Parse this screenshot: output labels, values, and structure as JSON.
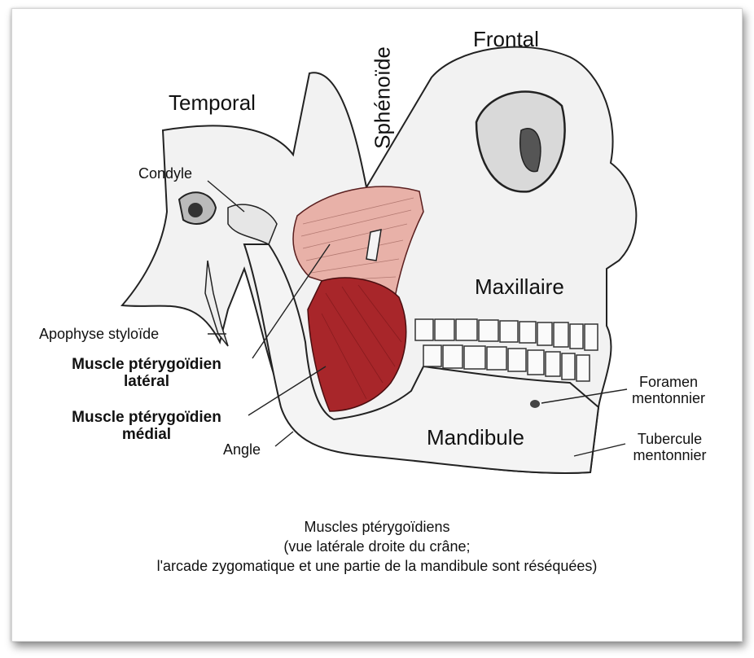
{
  "labels": {
    "frontal": "Frontal",
    "sphenoide": "Sphénoïde",
    "temporal": "Temporal",
    "condyle": "Condyle",
    "maxillaire": "Maxillaire",
    "apophyse": "Apophyse styloïde",
    "ptery_lat_1": "Muscle ptérygoïdien",
    "ptery_lat_2": "latéral",
    "ptery_med_1": "Muscle ptérygoïdien",
    "ptery_med_2": "médial",
    "angle": "Angle",
    "mandibule": "Mandibule",
    "foramen_1": "Foramen",
    "foramen_2": "mentonnier",
    "tubercule_1": "Tubercule",
    "tubercule_2": "mentonnier"
  },
  "caption": {
    "line1": "Muscles ptérygoïdiens",
    "line2": "(vue latérale droite du crâne;",
    "line3": "l'arcade zygomatique et une partie de la mandibule sont réséquées)"
  },
  "colors": {
    "bone": "#f2f2f2",
    "outline": "#222222",
    "muscle_lateral": "#e8b1a8",
    "muscle_medial": "#a8262a"
  }
}
